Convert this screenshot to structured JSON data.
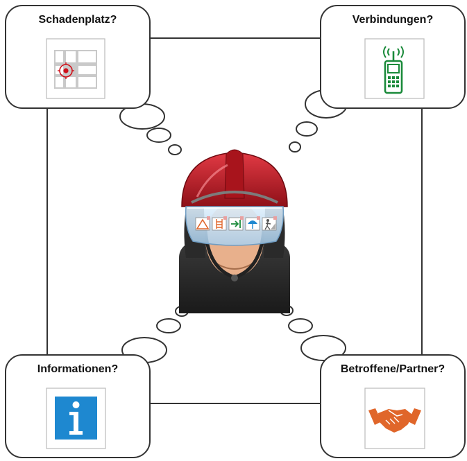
{
  "thoughts": {
    "top_left": {
      "title": "Schadenplatz?",
      "icon": "map-location-icon"
    },
    "top_right": {
      "title": "Verbindungen?",
      "icon": "mobile-phone-icon"
    },
    "bottom_left": {
      "title": "Informationen?",
      "icon": "info-icon"
    },
    "bottom_right": {
      "title": "Betroffene/Partner?",
      "icon": "handshake-icon"
    }
  },
  "center": {
    "icon": "firefighter-helmet-icon"
  },
  "visor_icons": [
    "warning-icon",
    "ladder-icon",
    "exit-icon",
    "umbrella-icon",
    "person-icon"
  ],
  "colors": {
    "helmet_red": "#c0202a",
    "info_blue": "#1e88d0",
    "phone_green": "#1a8a3a",
    "handshake_orange": "#e0662a",
    "target_red": "#d0101a"
  }
}
